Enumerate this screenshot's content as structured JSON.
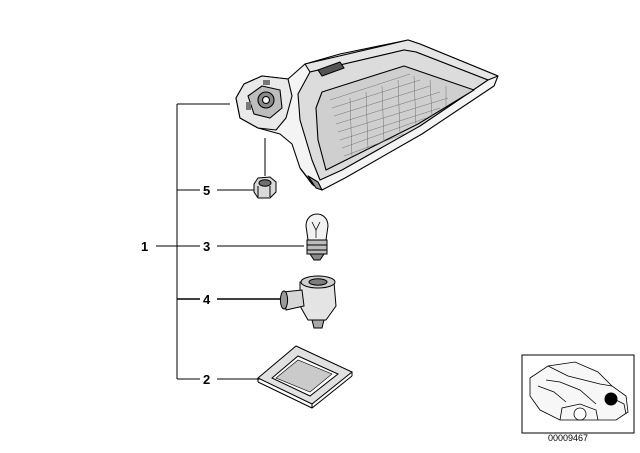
{
  "diagram": {
    "callouts": {
      "assembly": "1",
      "gasket": "2",
      "bulb": "3",
      "socket": "4",
      "nut": "5"
    },
    "document_id": "00009467"
  }
}
